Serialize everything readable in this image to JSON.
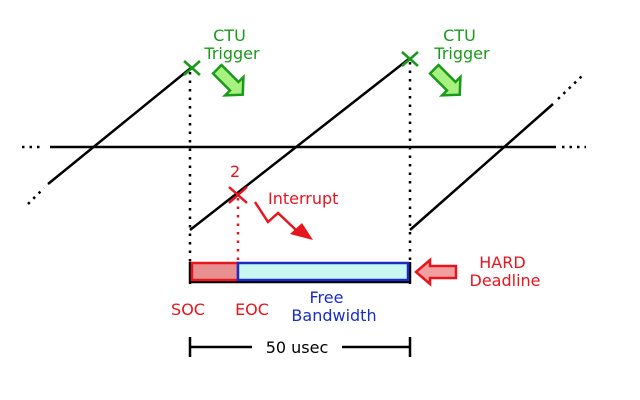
{
  "colors": {
    "green": "#1a9a1a",
    "red": "#e8141e",
    "blue": "#1a2cc8",
    "black": "#000000",
    "soc_fill": "#e89090",
    "free_fill": "#c8f8f0",
    "arrow_green_fill": "#a8f080",
    "arrow_red_fill": "#f0a0a0"
  },
  "labels": {
    "ctu_trigger_1": [
      "CTU",
      "Trigger"
    ],
    "ctu_trigger_2": [
      "CTU",
      "Trigger"
    ],
    "interrupt_number": "2",
    "interrupt": "Interrupt",
    "hard_deadline": [
      "HARD",
      "Deadline"
    ],
    "soc": "SOC",
    "eoc": "EOC",
    "free_bandwidth": [
      "Free",
      "Bandwidth"
    ],
    "period": "50 usec"
  }
}
